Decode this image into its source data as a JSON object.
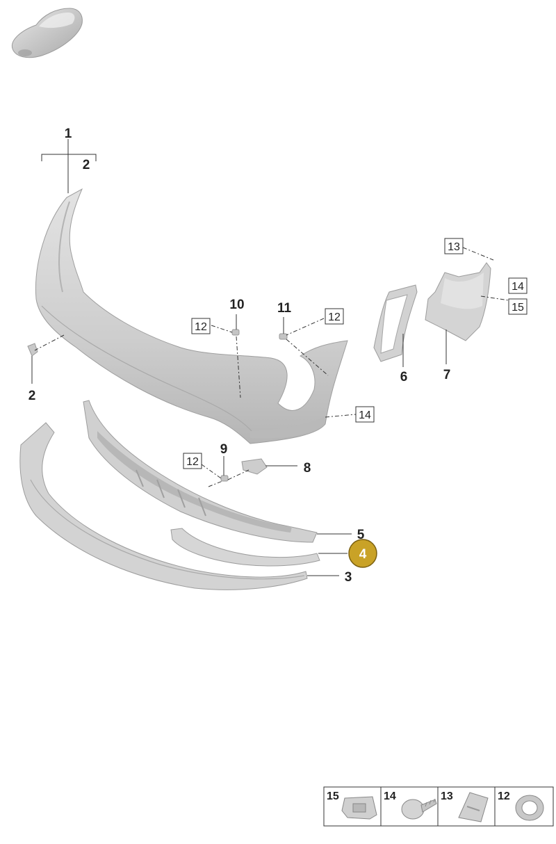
{
  "diagram": {
    "highlight_color": "#c9a227",
    "part_color": "#cfcfcf",
    "part_shadow_color": "#a9a9a9",
    "selected_part": "4",
    "callouts": {
      "p1": "1",
      "p2_top": "2",
      "p2_left": "2",
      "p3": "3",
      "p4": "4",
      "p5": "5",
      "p6": "6",
      "p7": "7",
      "p8": "8",
      "p9": "9",
      "p10": "10",
      "p11": "11"
    },
    "boxed_callouts": {
      "b12_a": "12",
      "b12_b": "12",
      "b12_c": "12",
      "b13": "13",
      "b14_a": "14",
      "b14_b": "14",
      "b15": "15"
    },
    "legend": [
      {
        "number": "15",
        "icon": "clip-nut-icon"
      },
      {
        "number": "14",
        "icon": "screw-icon"
      },
      {
        "number": "13",
        "icon": "spring-clip-icon"
      },
      {
        "number": "12",
        "icon": "grommet-icon"
      }
    ],
    "thumbnail_icon": "car-silhouette-icon"
  }
}
